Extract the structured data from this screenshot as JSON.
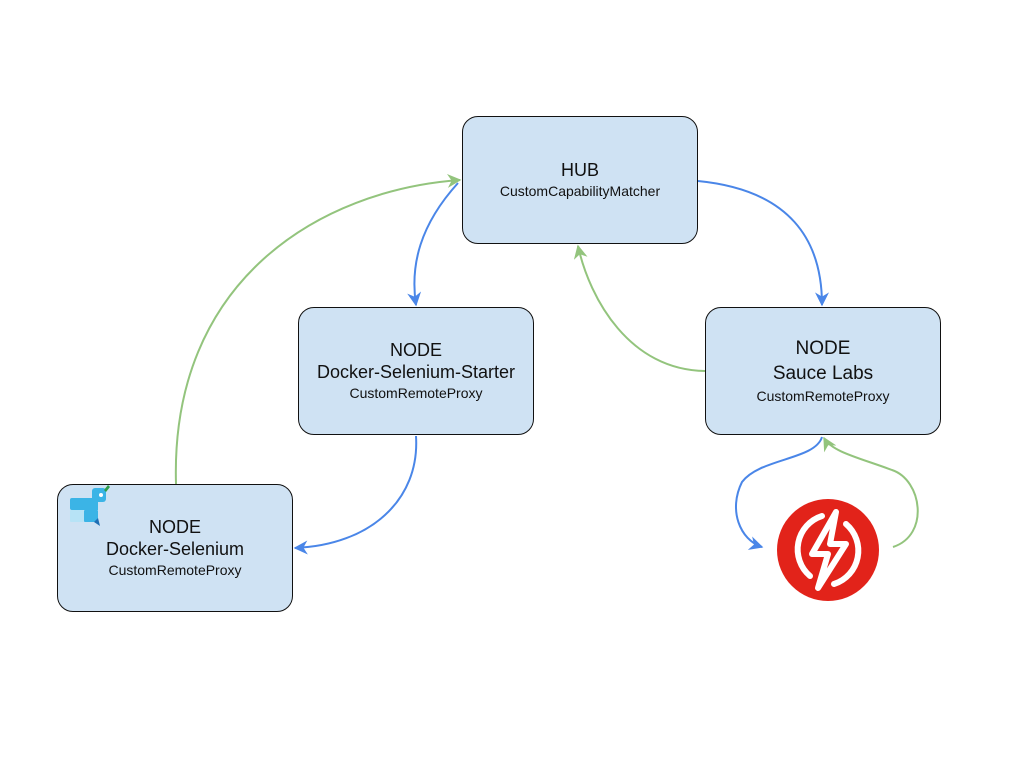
{
  "colors": {
    "node_fill": "#cfe2f3",
    "node_border": "#111111",
    "request_arrow": "#4a86e8",
    "register_arrow": "#93c47d",
    "sauce_logo": "#e2231a",
    "docker_logo": "#3bb4e6"
  },
  "nodes": {
    "hub": {
      "title": "HUB",
      "subtitle": "CustomCapabilityMatcher"
    },
    "starter": {
      "title": "NODE",
      "name": "Docker-Selenium-Starter",
      "subtitle": "CustomRemoteProxy"
    },
    "sauce": {
      "title": "NODE",
      "name": "Sauce Labs",
      "subtitle": "CustomRemoteProxy"
    },
    "docker": {
      "title": "NODE",
      "name": "Docker-Selenium",
      "subtitle": "CustomRemoteProxy"
    }
  },
  "icons": {
    "docker": "docker-whale-icon",
    "sauce": "sauce-labs-lightning-icon"
  }
}
